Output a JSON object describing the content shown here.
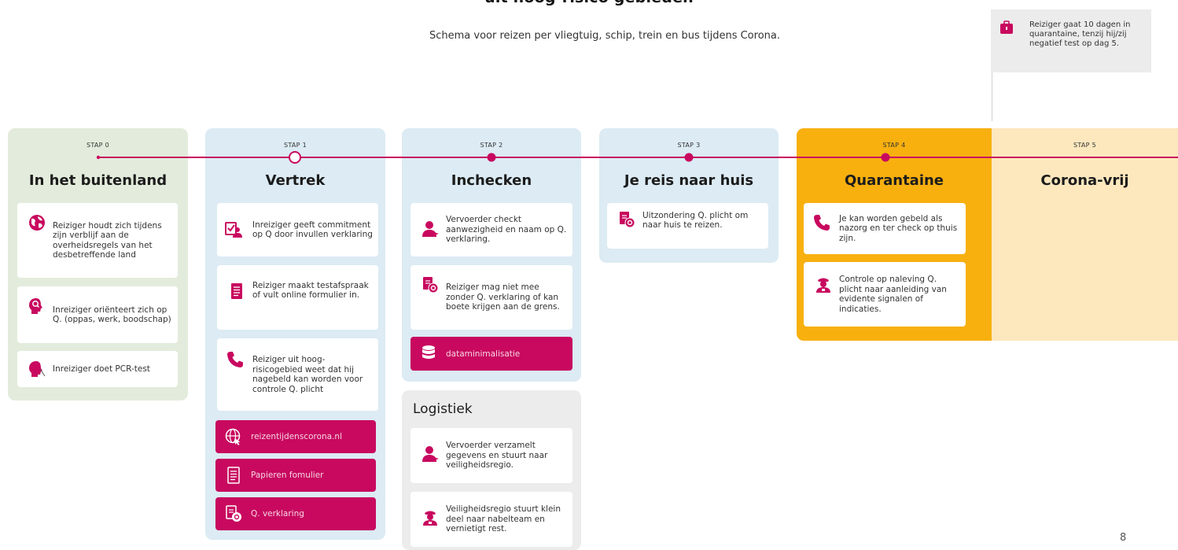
{
  "title": "uit hoog-risico gebieden",
  "subtitle": "Schema voor reizen per vliegtuig, schip, trein en bus tijdens Corona.",
  "note": "Reiziger gaat 10 dagen in quarantaine, tenzij hij/zij negatief test op dag 5.",
  "page_number": "8",
  "colors": {
    "accent": "#c8095f",
    "stap0_bg": "#e3ecdc",
    "blue_bg": "#dcebf4",
    "stap4_bg": "#f8b00f",
    "stap5_bg": "#fde8be",
    "logistiek_bg": "#ececec"
  },
  "steps": [
    {
      "label": "STAP 0",
      "heading": "In het buitenland",
      "cards": [
        {
          "icon": "globe-icon",
          "text": "Reiziger houdt zich tijdens zijn verblijf aan de overheidsregels van het desbetreffende land"
        },
        {
          "icon": "head-search-icon",
          "text": "Inreiziger oriënteert zich op Q. (oppas, werk, boodschap)"
        },
        {
          "icon": "head-swab-icon",
          "text": "Inreiziger doet PCR-test"
        }
      ]
    },
    {
      "label": "STAP 1",
      "heading": "Vertrek",
      "cards": [
        {
          "icon": "checklist-person-icon",
          "text": "Inreiziger geeft commitment op Q door invullen verklaring"
        },
        {
          "icon": "document-icon",
          "text": "Reiziger maakt testafspraak of vult online formulier in."
        },
        {
          "icon": "phone-icon",
          "text": "Reiziger uit hoog-risicogebied weet dat hij nagebeld kan worden voor controle Q. plicht"
        }
      ],
      "pink": [
        {
          "icon": "globe-cursor-icon",
          "text": "reizentijdenscorona.nl"
        },
        {
          "icon": "document-icon",
          "text": "Papieren fomulier"
        },
        {
          "icon": "document-q-icon",
          "text": "Q. verklaring"
        }
      ]
    },
    {
      "label": "STAP 2",
      "heading": "Inchecken",
      "cards": [
        {
          "icon": "carrier-person-icon",
          "text": "Vervoerder checkt aanwezigheid en naam op Q. verklaring."
        },
        {
          "icon": "document-q-icon",
          "text": "Reiziger mag niet mee zonder Q. verklaring of kan boete krijgen aan de grens."
        }
      ],
      "pink": [
        {
          "icon": "database-icon",
          "text": "dataminimalisatie"
        }
      ]
    },
    {
      "label": "STAP 3",
      "heading": "Je reis naar huis",
      "cards": [
        {
          "icon": "document-q-icon",
          "text": "Uitzondering Q. plicht om naar huis te reizen."
        }
      ]
    },
    {
      "label": "STAP 4",
      "heading": "Quarantaine",
      "cards": [
        {
          "icon": "phone-icon",
          "text": "Je kan worden gebeld als nazorg en ter check op thuis zijn."
        },
        {
          "icon": "officer-icon",
          "text": "Controle op naleving Q. plicht naar aanleiding van evidente signalen of indicaties."
        }
      ]
    },
    {
      "label": "STAP 5",
      "heading": "Corona-vrij"
    }
  ],
  "logistiek": {
    "title": "Logistiek",
    "cards": [
      {
        "icon": "carrier-person-icon",
        "text": "Vervoerder verzamelt gegevens en stuurt naar veiligheidsregio."
      },
      {
        "icon": "officer-icon",
        "text": "Veiligheidsregio stuurt klein deel naar nabelteam en vernietigt rest."
      }
    ]
  }
}
